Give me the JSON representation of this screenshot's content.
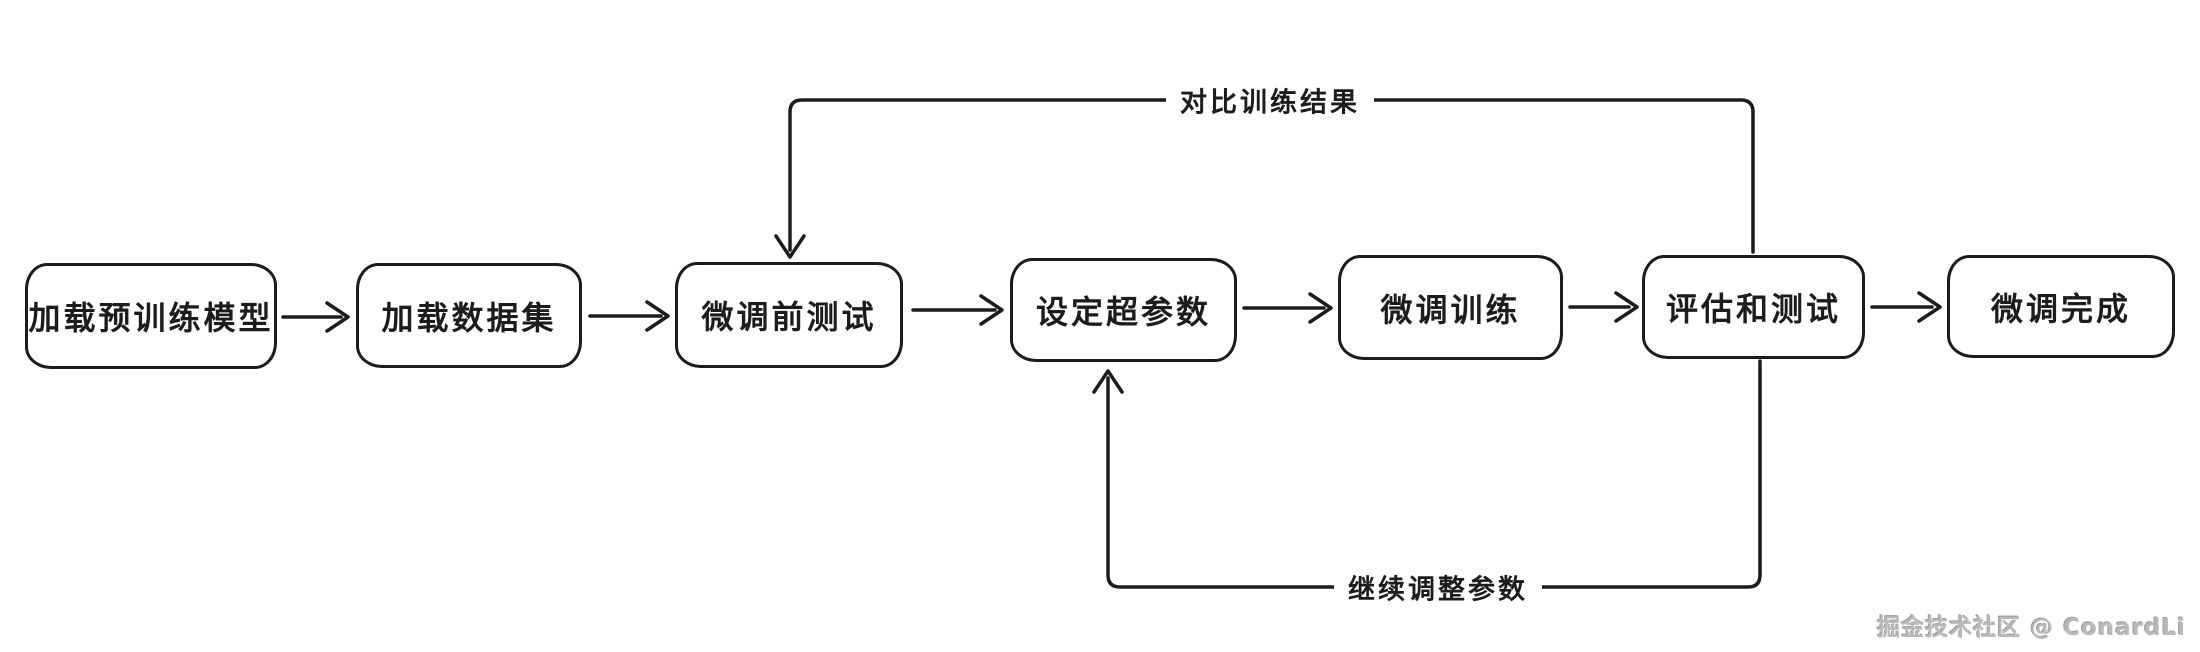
{
  "diagram": {
    "type": "flowchart",
    "topic": "model fine-tuning workflow",
    "nodes": [
      {
        "id": "load-pretrained-model",
        "label": "加载预训练模型"
      },
      {
        "id": "load-dataset",
        "label": "加载数据集"
      },
      {
        "id": "pre-finetune-test",
        "label": "微调前测试"
      },
      {
        "id": "set-hyperparameters",
        "label": "设定超参数"
      },
      {
        "id": "finetune-training",
        "label": "微调训练"
      },
      {
        "id": "evaluate-and-test",
        "label": "评估和测试"
      },
      {
        "id": "finetune-complete",
        "label": "微调完成"
      }
    ],
    "edges": [
      {
        "from": "load-pretrained-model",
        "to": "load-dataset",
        "label": ""
      },
      {
        "from": "load-dataset",
        "to": "pre-finetune-test",
        "label": ""
      },
      {
        "from": "pre-finetune-test",
        "to": "set-hyperparameters",
        "label": ""
      },
      {
        "from": "set-hyperparameters",
        "to": "finetune-training",
        "label": ""
      },
      {
        "from": "finetune-training",
        "to": "evaluate-and-test",
        "label": ""
      },
      {
        "from": "evaluate-and-test",
        "to": "finetune-complete",
        "label": ""
      },
      {
        "from": "evaluate-and-test",
        "to": "pre-finetune-test",
        "label": "对比训练结果"
      },
      {
        "from": "evaluate-and-test",
        "to": "set-hyperparameters",
        "label": "继续调整参数"
      }
    ],
    "watermark": "掘金技术社区 @ ConardLi",
    "colors": {
      "stroke": "#1c1c1c",
      "background": "#ffffff",
      "watermark": "#b9b9b9"
    }
  }
}
